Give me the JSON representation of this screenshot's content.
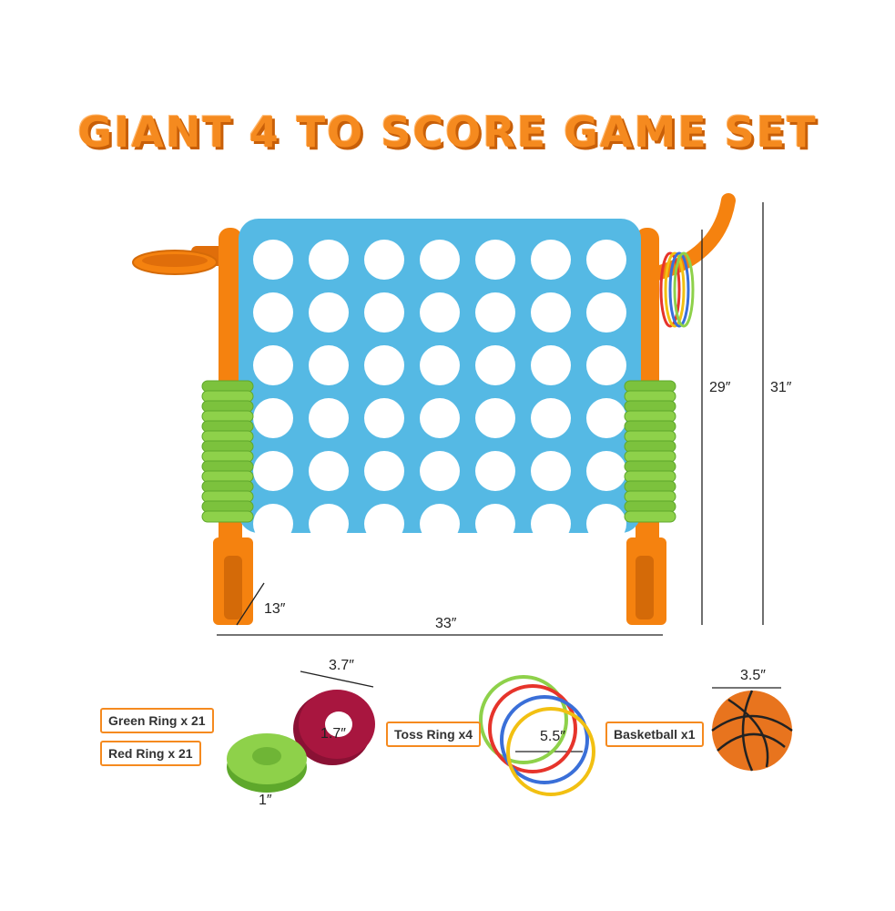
{
  "title": "GIANT 4 TO SCORE GAME SET",
  "dimensions": {
    "height_frame": "29″",
    "height_total": "31″",
    "width": "33″",
    "depth": "13″",
    "ring_diameter": "3.7″",
    "ring_hole": "1.7″",
    "ring_thickness": "1″",
    "toss_ring_diameter": "5.5″",
    "ball_diameter": "3.5″"
  },
  "labels": {
    "green_ring": "Green Ring x 21",
    "red_ring": "Red Ring x 21",
    "toss_ring": "Toss Ring x4",
    "basketball": "Basketball x1"
  },
  "colors": {
    "board": "#55b9e4",
    "frame": "#f5820f",
    "green": "#8ed14a",
    "red": "#a8163f",
    "title": "#f58a1f"
  },
  "grid": {
    "columns": 7,
    "rows": 6
  }
}
